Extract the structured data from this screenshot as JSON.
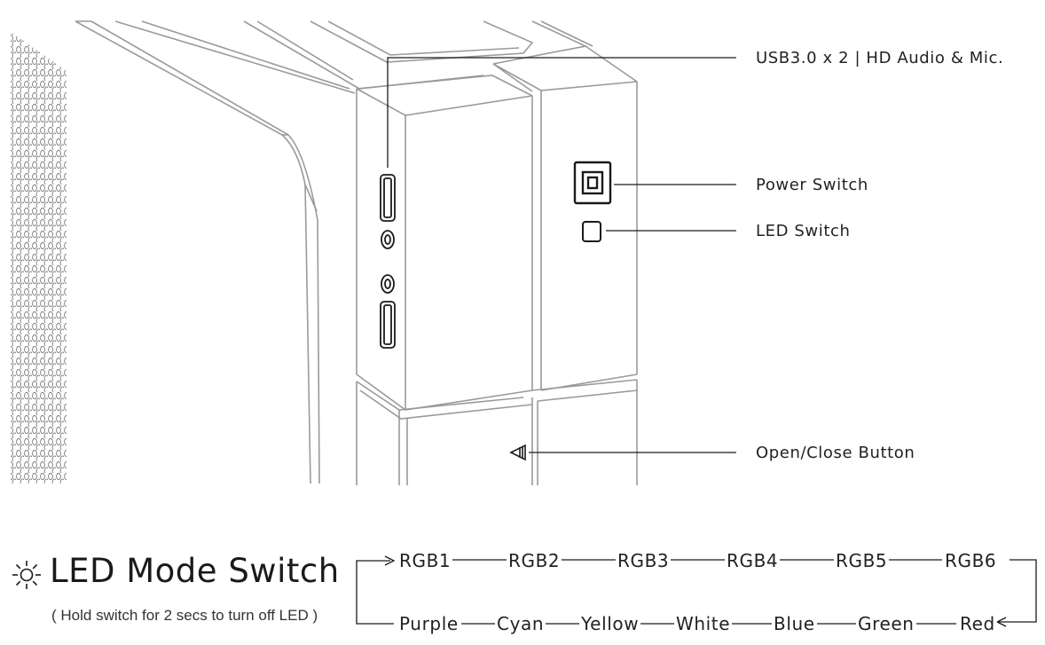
{
  "callouts": {
    "usb": "USB3.0 x 2 | HD Audio & Mic.",
    "power": "Power Switch",
    "led": "LED Switch",
    "open_close": "Open/Close Button"
  },
  "led_mode": {
    "title": "LED Mode Switch",
    "hint": "( Hold switch for 2 secs to turn off LED )",
    "icon": "sun-icon",
    "rgb_modes": [
      "RGB1",
      "RGB2",
      "RGB3",
      "RGB4",
      "RGB5",
      "RGB6"
    ],
    "colors": [
      "Purple",
      "Cyan",
      "Yellow",
      "White",
      "Blue",
      "Green",
      "Red"
    ]
  },
  "style": {
    "line_color": "#1a1a1a",
    "case_line_color": "#9a9a9a"
  }
}
